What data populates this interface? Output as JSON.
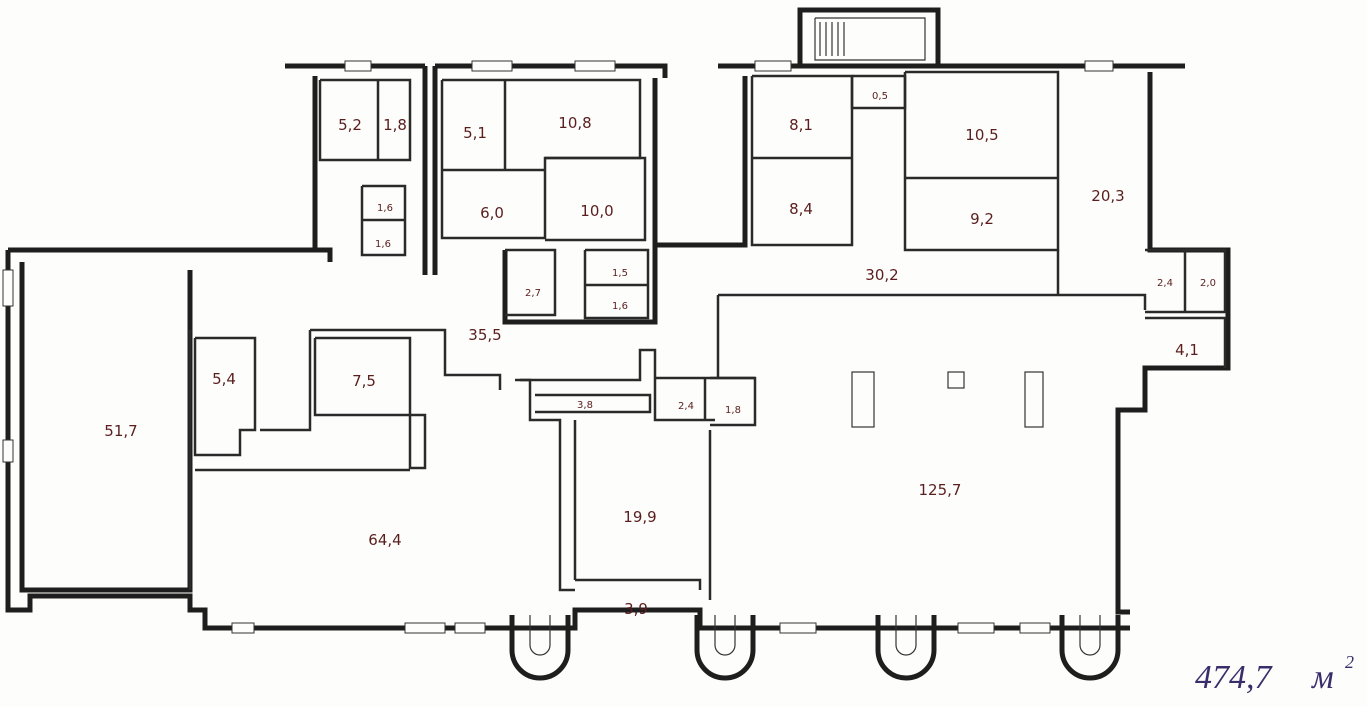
{
  "plan": {
    "total_area": "474,7",
    "total_unit": "м",
    "total_power": "2",
    "rooms": [
      {
        "id": "r1",
        "area": "51,7"
      },
      {
        "id": "r2",
        "area": "5,4"
      },
      {
        "id": "r3",
        "area": "7,5"
      },
      {
        "id": "r4",
        "area": "64,4"
      },
      {
        "id": "r5",
        "area": "35,5"
      },
      {
        "id": "r6",
        "area": "5,2"
      },
      {
        "id": "r7",
        "area": "1,8"
      },
      {
        "id": "r8",
        "area": "1,6"
      },
      {
        "id": "r9",
        "area": "1,6"
      },
      {
        "id": "r10",
        "area": "5,1"
      },
      {
        "id": "r11",
        "area": "10,8"
      },
      {
        "id": "r12",
        "area": "6,0"
      },
      {
        "id": "r13",
        "area": "10,0"
      },
      {
        "id": "r14",
        "area": "2,7"
      },
      {
        "id": "r15",
        "area": "1,5"
      },
      {
        "id": "r16",
        "area": "1,6"
      },
      {
        "id": "r17",
        "area": "3,8"
      },
      {
        "id": "r18",
        "area": "2,4"
      },
      {
        "id": "r19",
        "area": "1,8"
      },
      {
        "id": "r20",
        "area": "19,9"
      },
      {
        "id": "r21",
        "area": "3,9"
      },
      {
        "id": "r22",
        "area": "8,1"
      },
      {
        "id": "r23",
        "area": "8,4"
      },
      {
        "id": "r24",
        "area": "0,5"
      },
      {
        "id": "r25",
        "area": "10,5"
      },
      {
        "id": "r26",
        "area": "9,2"
      },
      {
        "id": "r27",
        "area": "20,3"
      },
      {
        "id": "r28",
        "area": "30,2"
      },
      {
        "id": "r29",
        "area": "2,4"
      },
      {
        "id": "r30",
        "area": "2,0"
      },
      {
        "id": "r31",
        "area": "4,1"
      },
      {
        "id": "r32",
        "area": "125,7"
      }
    ]
  }
}
